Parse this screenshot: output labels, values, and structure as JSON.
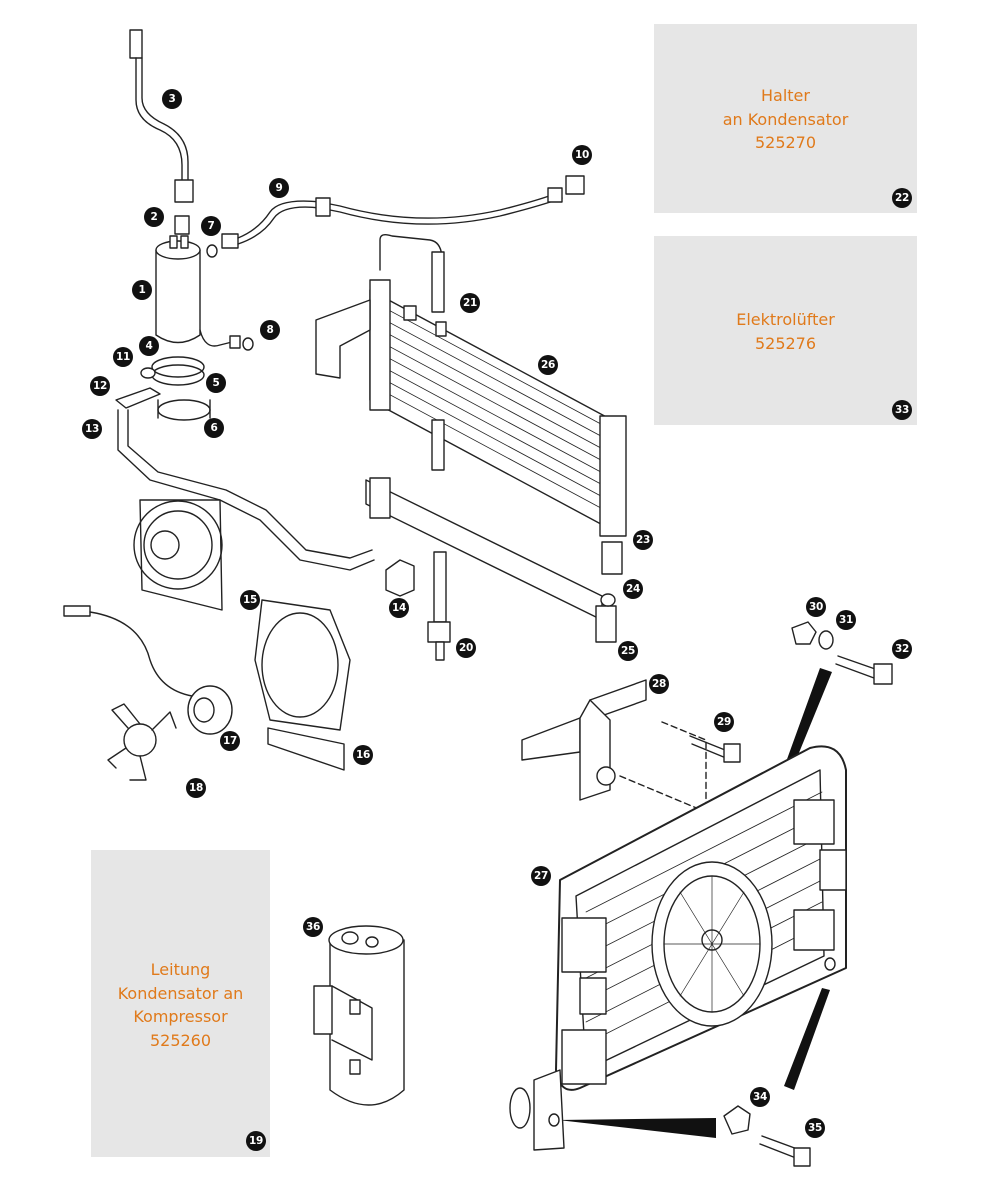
{
  "colors": {
    "accent_text": "#e07a1b",
    "box_bg": "#e6e6e6",
    "callout_bg": "#111111",
    "line": "#222222"
  },
  "reference_boxes": [
    {
      "id": "box-halter",
      "lines": [
        "Halter",
        "an Kondensator",
        "525270"
      ],
      "callout": "22"
    },
    {
      "id": "box-elektroluefter",
      "lines": [
        "Elektrolüfter",
        "525276"
      ],
      "callout": "33"
    },
    {
      "id": "box-leitung",
      "lines": [
        "Leitung",
        "Kondensator an",
        "Kompressor",
        "525260"
      ],
      "callout": "19"
    }
  ],
  "callouts": [
    "1",
    "2",
    "3",
    "4",
    "5",
    "6",
    "7",
    "8",
    "9",
    "10",
    "11",
    "12",
    "13",
    "14",
    "15",
    "16",
    "17",
    "18",
    "20",
    "21",
    "23",
    "24",
    "25",
    "26",
    "27",
    "28",
    "29",
    "30",
    "31",
    "32",
    "34",
    "35",
    "36"
  ]
}
